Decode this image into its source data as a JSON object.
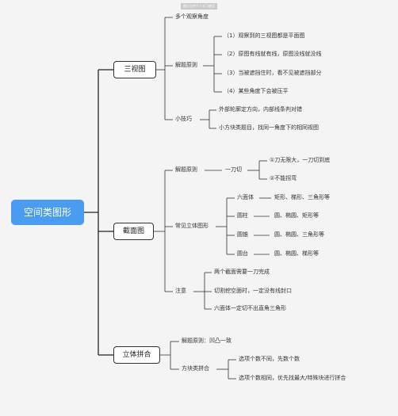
{
  "watermark": "图片仅供个人学习使用",
  "root": "空间类图形",
  "sanshitu": {
    "label": "三视图",
    "items": [
      "多个观察角度",
      "解题原则",
      "小技巧"
    ],
    "principles": [
      "（1）观察到的三视图都是平面图",
      "（2）原图有线就有线，原图没线就没线",
      "（3）当被遮挡住时，看不见被遮挡部分",
      "（4）某些角度下会被压平"
    ],
    "tips": [
      "外部轮廓定方向，内部线条判对错",
      "小方块类题目，找同一角度下的相同视图"
    ]
  },
  "jiemiantu": {
    "label": "截面图",
    "principle": "解题原则",
    "yidao": "一刀切",
    "yidao_items": [
      "①刀无限大，一刀切到底",
      "②不能拐弯"
    ],
    "solids_label": "常见立体图形",
    "solids": [
      {
        "name": "六面体",
        "shapes": "矩形、梯形、三角形等"
      },
      {
        "name": "圆柱",
        "shapes": "圆、椭圆、矩形等"
      },
      {
        "name": "圆锥",
        "shapes": "圆、椭圆、三角形等"
      },
      {
        "name": "圆台",
        "shapes": "圆、椭圆、梯形等"
      }
    ],
    "note_label": "注意",
    "notes": [
      "两个截面需要一刀完成",
      "切割挖空面时，一定没有线封口",
      "六面体一定切不出直角三角形"
    ]
  },
  "pinhe": {
    "label": "立体拼合",
    "principle": "解题原则：凹凸一致",
    "blocks": "方块类拼合",
    "block_items": [
      "选项个数不同，先数个数",
      "选项个数相同，优先找最大/特殊块进行拼合"
    ]
  }
}
